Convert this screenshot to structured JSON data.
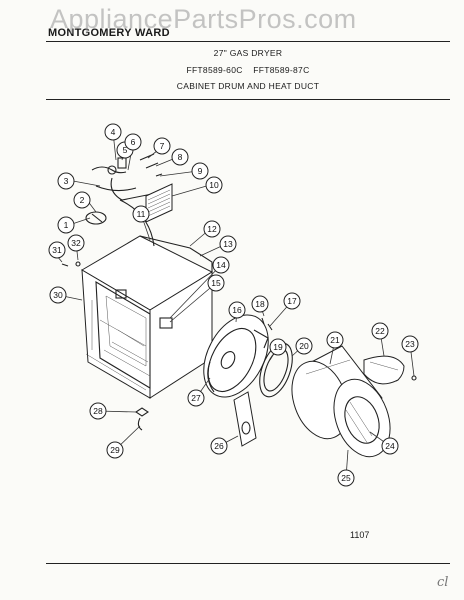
{
  "watermark": "AppliancePartsPros.com",
  "header": {
    "brand": "MONTGOMERY WARD",
    "appliance": "27\" GAS DRYER",
    "model_numbers": "FFT8589-60C    FFT8589-87C",
    "section_title": "CABINET DRUM AND HEAT DUCT"
  },
  "footer": {
    "page_number": "1107",
    "corner_mark": "cl"
  },
  "callouts": [
    "1",
    "2",
    "3",
    "4",
    "5",
    "6",
    "7",
    "8",
    "9",
    "10",
    "11",
    "12",
    "13",
    "14",
    "15",
    "16",
    "17",
    "18",
    "19",
    "20",
    "21",
    "22",
    "23",
    "24",
    "25",
    "26",
    "27",
    "28",
    "29",
    "30",
    "31",
    "32"
  ]
}
